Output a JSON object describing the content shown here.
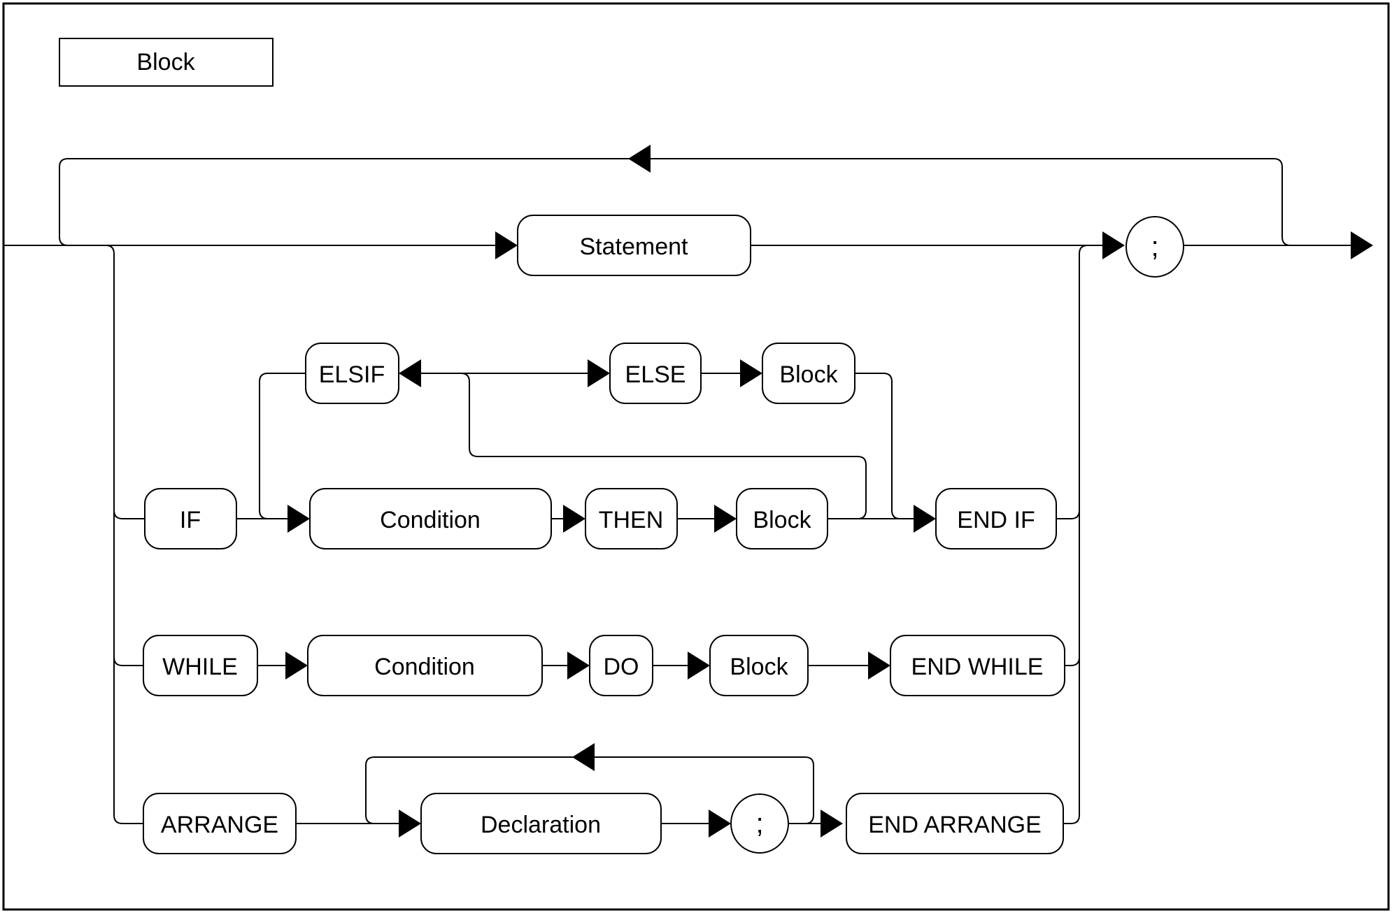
{
  "diagram": {
    "title": "Block",
    "nodes": {
      "statement": "Statement",
      "semicolon_main": ";",
      "elsif": "ELSIF",
      "else": "ELSE",
      "else_block": "Block",
      "if": "IF",
      "if_condition": "Condition",
      "then": "THEN",
      "then_block": "Block",
      "end_if": "END IF",
      "while": "WHILE",
      "while_condition": "Condition",
      "do": "DO",
      "while_block": "Block",
      "end_while": "END WHILE",
      "arrange": "ARRANGE",
      "declaration": "Declaration",
      "semicolon_arrange": ";",
      "end_arrange": "END ARRANGE"
    },
    "colors": {
      "stroke": "#000000",
      "background": "#ffffff"
    }
  }
}
